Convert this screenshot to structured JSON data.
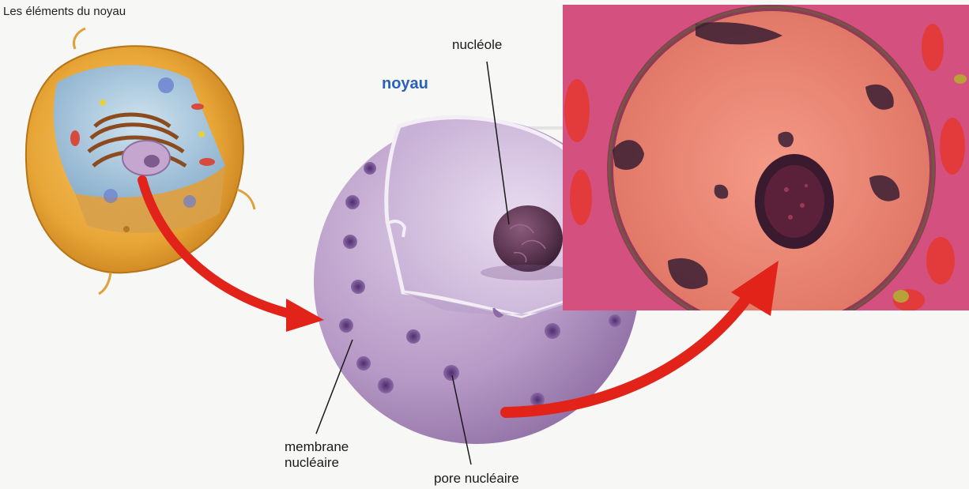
{
  "figure": {
    "title": "Les éléments du noyau",
    "labels": {
      "nucleus": "noyau",
      "nucleolus": "nucléole",
      "membrane_line1": "membrane",
      "membrane_line2": "nucléaire",
      "pore": "pore nucléaire"
    }
  },
  "colors": {
    "nucleus_label": "#2a62b8",
    "arrow": "#e2231a",
    "nucleus_body": "#b79ac6",
    "cell_body": "#e8a637",
    "micrograph_background": "#d4507f",
    "micrograph_nucleus": "#ef8a78"
  }
}
